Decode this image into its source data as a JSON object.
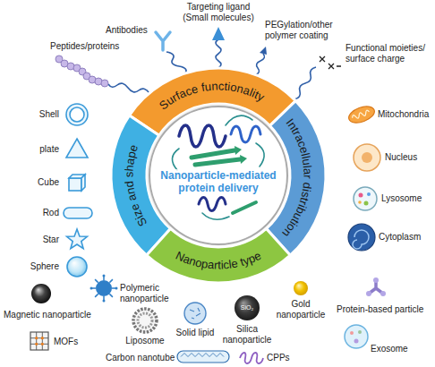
{
  "diagram": {
    "nodes": [
      {
        "text": [
          "Surface functionality"
        ]
      },
      {
        "text": [
          "Size and shape"
        ]
      },
      {
        "text": [
          "Nanoparticle-mediated protein delivery"
        ]
      },
      {
        "text": [
          "Intracellular distribution"
        ]
      },
      {
        "text": [
          "Nanoparticle type"
        ]
      }
    ],
    "labels": [
      "Targeting ligand (Small molecules)",
      "Antibodies",
      "PEGylation/other polymer coating",
      "Peptides/proteins",
      "Functional moieties/ surface charge",
      "Shell",
      "Mitochondria",
      "plate",
      "Nucleus",
      "Cube",
      "Lysosome",
      "Rod",
      "Cytoplasm",
      "Star",
      "Sphere",
      "Polymeric nanoparticle",
      "Magnetic nanoparticle",
      "Gold nanoparticle",
      "Protein-based particle",
      "SiO₂",
      "Liposome",
      "Solid lipid",
      "Silica nanoparticle",
      "MOFs",
      "Exosome",
      "Carbon nanotube",
      "CPPs"
    ]
  }
}
